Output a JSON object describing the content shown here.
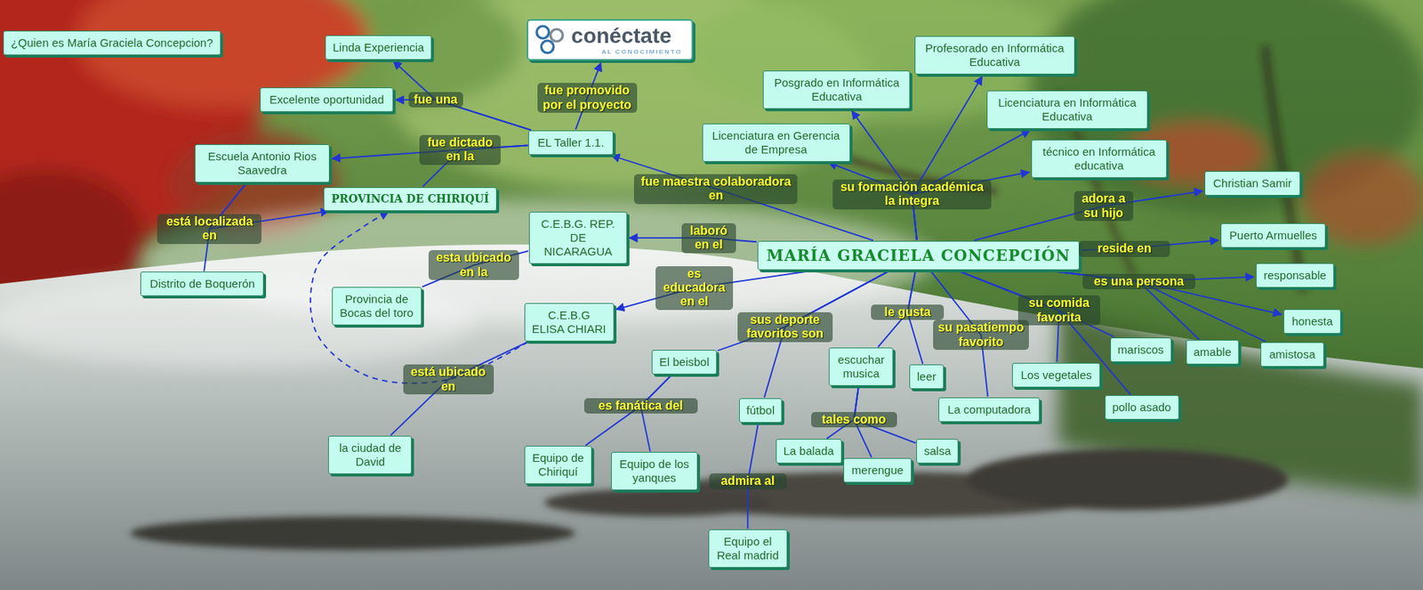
{
  "diagram": {
    "nodes": [
      {
        "text": [
          "¿Quien es María Graciela Concepcion?"
        ]
      },
      {
        "text": [
          "Linda Experiencia"
        ]
      },
      {
        "text": [
          "Excelente oportunidad"
        ]
      },
      {
        "text": [
          "conéctate",
          "AL CONOCIMIENTO"
        ]
      },
      {
        "text": [
          "EL Taller 1.1."
        ]
      },
      {
        "text": [
          "Escuela Antonio Rios Saavedra"
        ]
      },
      {
        "text": [
          "PROVINCIA DE CHIRIQUÍ"
        ]
      },
      {
        "text": [
          "C.E.B.G. REP. DE NICARAGUA"
        ]
      },
      {
        "text": [
          "Distrito de Boquerón"
        ]
      },
      {
        "text": [
          "Provincia de Bocas del toro"
        ]
      },
      {
        "text": [
          "C.E.B.G ELISA CHIARI"
        ]
      },
      {
        "text": [
          "la ciudad de David"
        ]
      },
      {
        "text": [
          "Licenciatura en Gerencia de Empresa"
        ]
      },
      {
        "text": [
          "Posgrado en Informática Educativa"
        ]
      },
      {
        "text": [
          "Profesorado en Informática Educativa"
        ]
      },
      {
        "text": [
          "Licenciatura en Informática Educativa"
        ]
      },
      {
        "text": [
          "técnico en Informática educativa"
        ]
      },
      {
        "text": [
          "Christian Samir"
        ]
      },
      {
        "text": [
          "MARÍA GRACIELA CONCEPCIÓN"
        ]
      },
      {
        "text": [
          "Puerto Armuelles"
        ]
      },
      {
        "text": [
          "responsable"
        ]
      },
      {
        "text": [
          "honesta"
        ]
      },
      {
        "text": [
          "amistosa"
        ]
      },
      {
        "text": [
          "amable"
        ]
      },
      {
        "text": [
          "mariscos"
        ]
      },
      {
        "text": [
          "Los vegetales"
        ]
      },
      {
        "text": [
          "pollo asado"
        ]
      },
      {
        "text": [
          "El beisbol"
        ]
      },
      {
        "text": [
          "escuchar musica"
        ]
      },
      {
        "text": [
          "leer"
        ]
      },
      {
        "text": [
          "La computadora"
        ]
      },
      {
        "text": [
          "fútbol"
        ]
      },
      {
        "text": [
          "Equipo de Chiriquí"
        ]
      },
      {
        "text": [
          "Equipo de los yanques"
        ]
      },
      {
        "text": [
          "La balada"
        ]
      },
      {
        "text": [
          "merengue"
        ]
      },
      {
        "text": [
          "salsa"
        ]
      },
      {
        "text": [
          "Equipo el Real madrid"
        ]
      }
    ],
    "edges": [
      {
        "from": 4,
        "to": 1,
        "label": "fue una",
        "arrow": "to"
      },
      {
        "from": 4,
        "to": 2,
        "arrow": "to"
      },
      {
        "from": 4,
        "to": 3,
        "label": "fue promovido por el proyecto",
        "arrow": "to"
      },
      {
        "from": 4,
        "to": 5,
        "label": "fue dictado en la",
        "arrow": "to"
      },
      {
        "from": 4,
        "to": 6,
        "arrow": "none"
      },
      {
        "from": 5,
        "to": 8,
        "label": "está localizada en",
        "arrow": "none"
      },
      {
        "from": 5,
        "to": 6,
        "arrow": "to"
      },
      {
        "from": 18,
        "to": 4,
        "label": "fue maestra colaboradora en",
        "arrow": "to"
      },
      {
        "from": 18,
        "to": 7,
        "label": "laboró en el",
        "arrow": "to"
      },
      {
        "from": 18,
        "to": 10,
        "label": "es educadora en el",
        "arrow": "to"
      },
      {
        "from": 7,
        "to": 9,
        "label": "esta ubicado en la",
        "arrow": "none"
      },
      {
        "from": 10,
        "to": 11,
        "label": "está ubicado en",
        "arrow": "none"
      },
      {
        "from": 10,
        "to": 6,
        "arrow": "to"
      },
      {
        "from": 18,
        "to": 12,
        "label": "su formación académica la integra",
        "arrow": "to"
      },
      {
        "from": 18,
        "to": 13,
        "arrow": "to"
      },
      {
        "from": 18,
        "to": 14,
        "arrow": "to"
      },
      {
        "from": 18,
        "to": 15,
        "arrow": "to"
      },
      {
        "from": 18,
        "to": 16,
        "arrow": "to"
      },
      {
        "from": 18,
        "to": 17,
        "label": "adora a su hijo",
        "arrow": "to"
      },
      {
        "from": 18,
        "to": 19,
        "label": "reside en",
        "arrow": "to"
      },
      {
        "from": 18,
        "to": 20,
        "label": "es una persona",
        "arrow": "to"
      },
      {
        "from": 18,
        "to": 21,
        "arrow": "to"
      },
      {
        "from": 18,
        "to": 22,
        "arrow": "none"
      },
      {
        "from": 18,
        "to": 23,
        "arrow": "none"
      },
      {
        "from": 18,
        "to": 24,
        "label": "su comida favorita",
        "arrow": "none"
      },
      {
        "from": 18,
        "to": 25,
        "arrow": "none"
      },
      {
        "from": 18,
        "to": 26,
        "arrow": "none"
      },
      {
        "from": 18,
        "to": 28,
        "label": "le gusta",
        "arrow": "none"
      },
      {
        "from": 18,
        "to": 29,
        "arrow": "none"
      },
      {
        "from": 18,
        "to": 30,
        "label": "su pasatiempo favorito",
        "arrow": "none"
      },
      {
        "from": 18,
        "to": 27,
        "label": "sus deporte favoritos son",
        "arrow": "none"
      },
      {
        "from": 18,
        "to": 31,
        "arrow": "none"
      },
      {
        "from": 27,
        "to": 32,
        "label": "es fanática del",
        "arrow": "none"
      },
      {
        "from": 27,
        "to": 33,
        "arrow": "none"
      },
      {
        "from": 28,
        "to": 34,
        "label": "tales como",
        "arrow": "none"
      },
      {
        "from": 28,
        "to": 35,
        "arrow": "none"
      },
      {
        "from": 28,
        "to": 36,
        "arrow": "none"
      },
      {
        "from": 31,
        "to": 37,
        "label": "admira al",
        "arrow": "none"
      }
    ]
  }
}
